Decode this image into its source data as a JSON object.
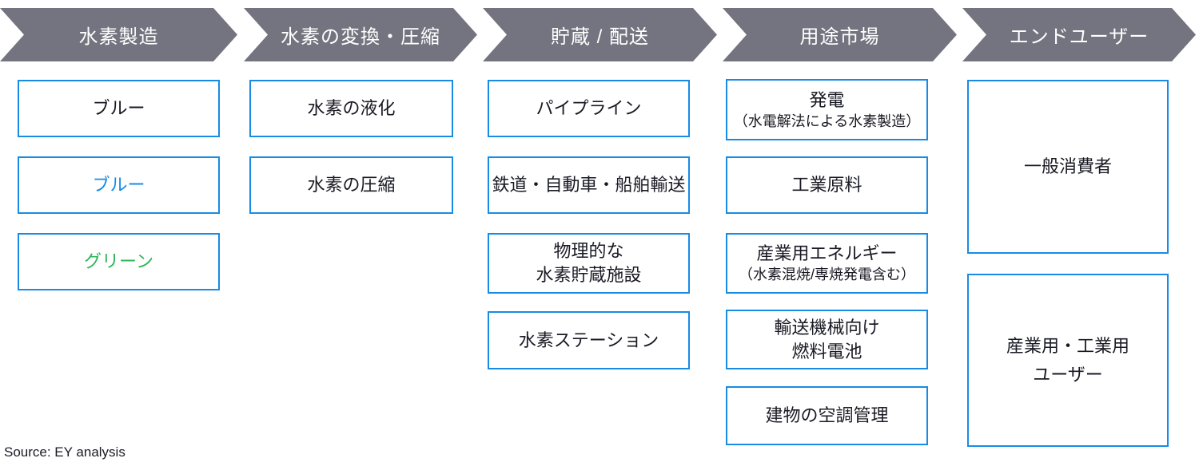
{
  "stages": [
    {
      "label": "水素製造"
    },
    {
      "label": "水素の変換・圧縮"
    },
    {
      "label": "貯蔵 / 配送"
    },
    {
      "label": "用途市場"
    },
    {
      "label": "エンドユーザー"
    }
  ],
  "columns": {
    "production": {
      "items": [
        {
          "label": "ブルー",
          "color": "#1a1a24"
        },
        {
          "label": "ブルー",
          "color": "#188ce5"
        },
        {
          "label": "グリーン",
          "color": "#2db757"
        }
      ]
    },
    "conversion": {
      "items": [
        {
          "label": "水素の液化"
        },
        {
          "label": "水素の圧縮"
        }
      ]
    },
    "storage_delivery": {
      "items": [
        {
          "label": "パイプライン"
        },
        {
          "label": "鉄道・自動車・船舶輸送"
        },
        {
          "line1": "物理的な",
          "line2": "水素貯蔵施設"
        },
        {
          "label": "水素ステーション"
        }
      ]
    },
    "use_markets": {
      "items": [
        {
          "label": "発電",
          "sub": "（水電解法による水素製造）"
        },
        {
          "label": "工業原料"
        },
        {
          "label": "産業用エネルギー",
          "sub": "（水素混焼/専焼発電含む）"
        },
        {
          "line1": "輸送機械向け",
          "line2": "燃料電池"
        },
        {
          "label": "建物の空調管理"
        }
      ]
    },
    "end_users": {
      "items": [
        {
          "label": "一般消費者"
        },
        {
          "line1": "産業用・工業用",
          "line2": "ユーザー"
        }
      ]
    }
  },
  "footer": {
    "source": "Source: EY analysis"
  },
  "colors": {
    "arrow_gray": "#747480",
    "box_border_blue": "#188ce5",
    "text_black": "#1a1a24",
    "text_blue": "#188ce5",
    "text_green": "#2db757",
    "arrow_text": "#ffffff"
  }
}
